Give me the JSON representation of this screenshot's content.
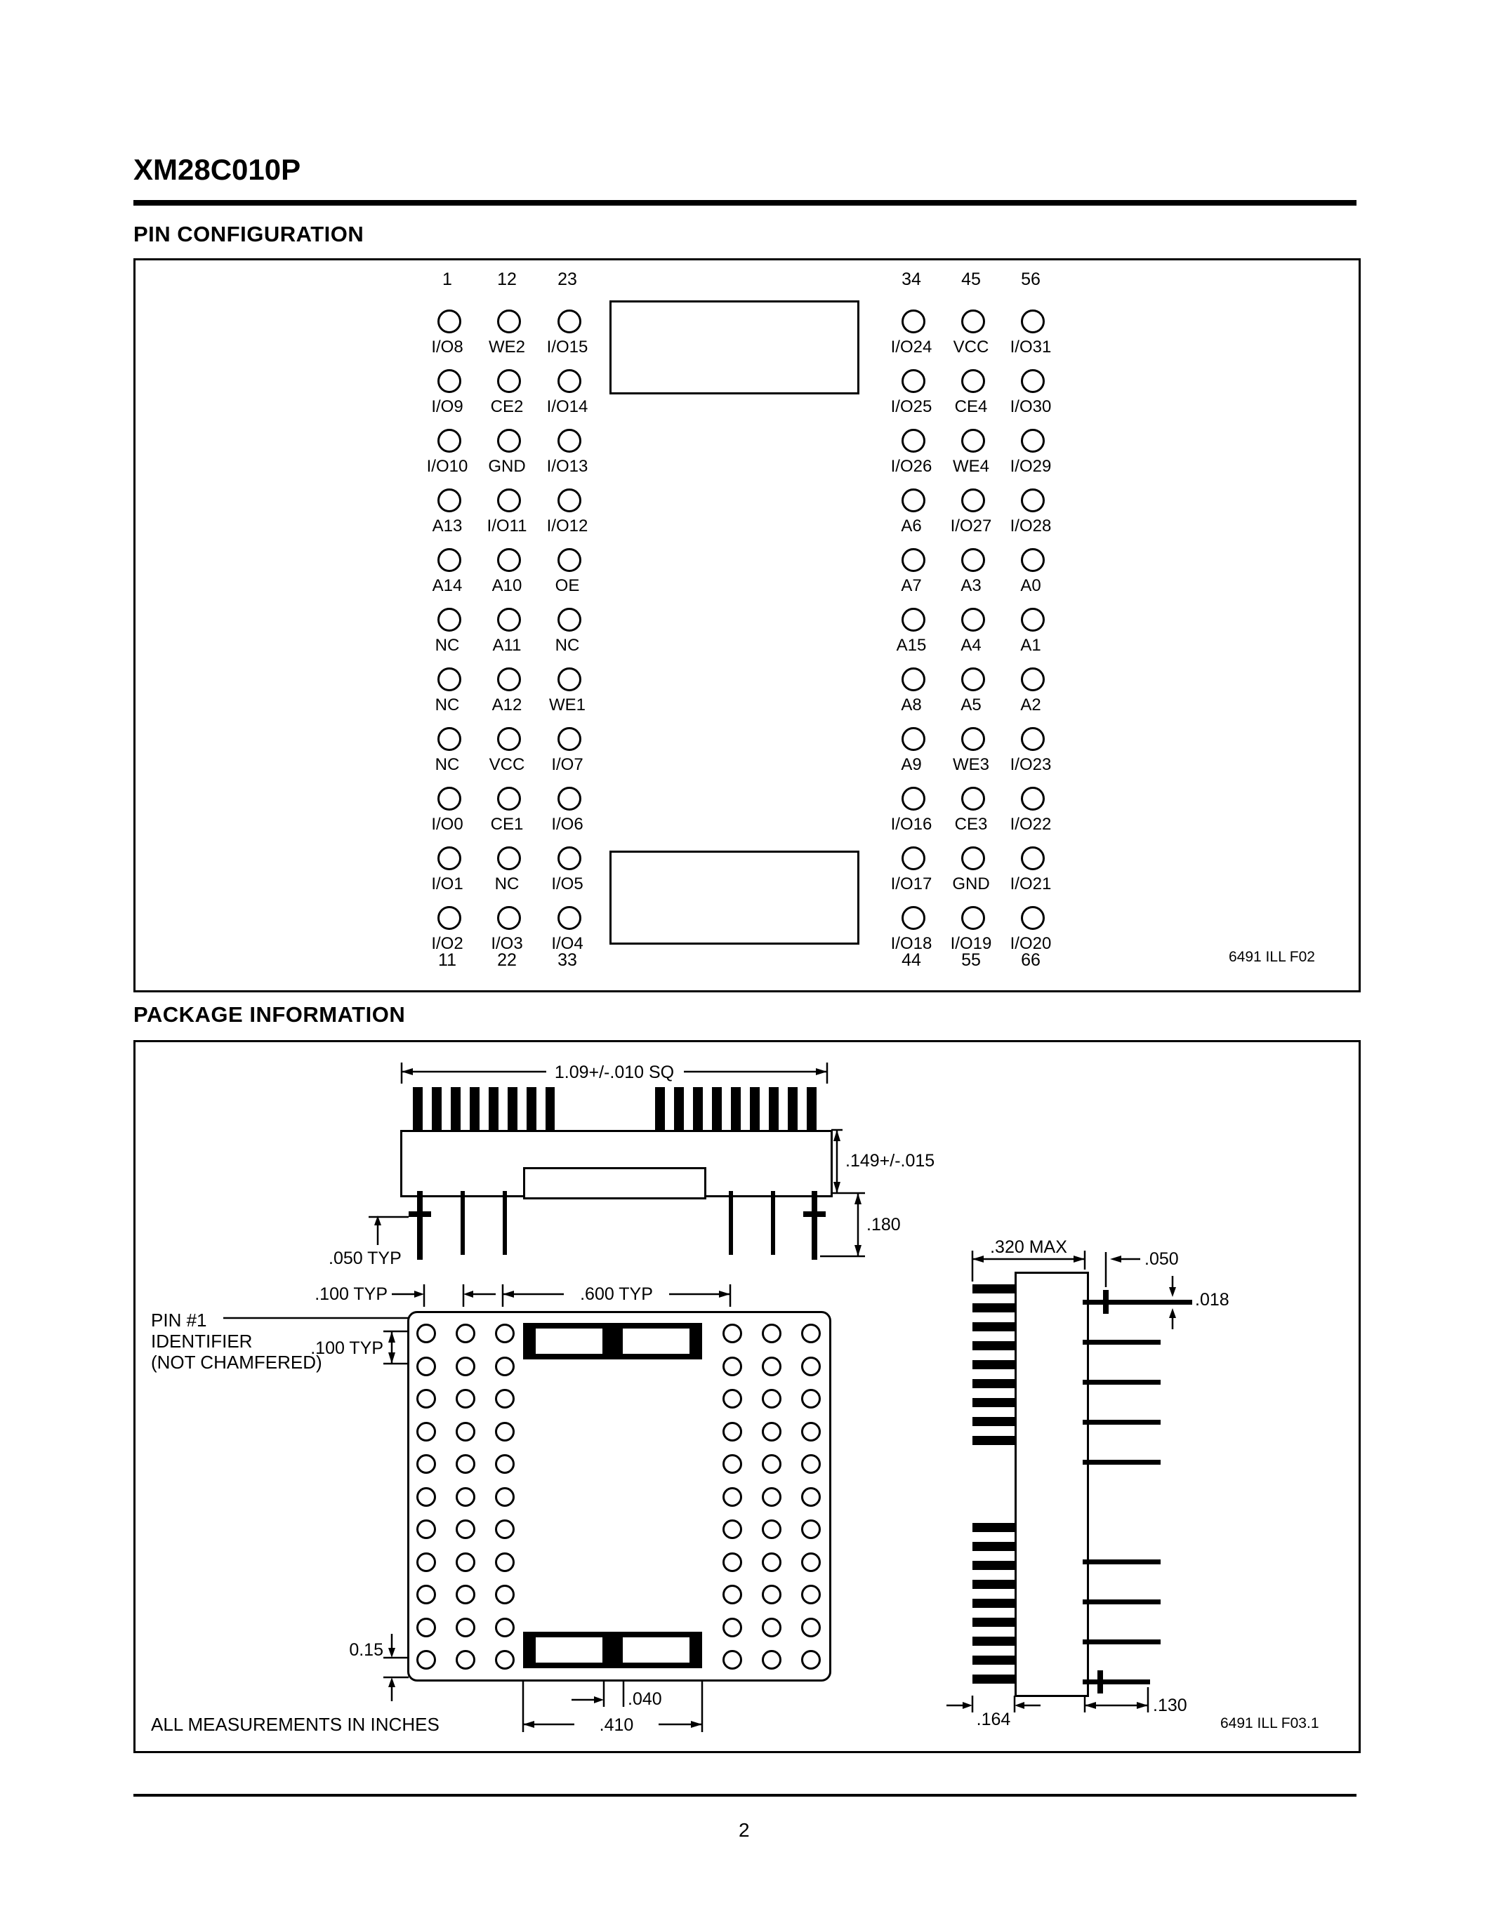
{
  "title": "XM28C010P",
  "page_number": "2",
  "sections": {
    "pin_configuration": {
      "heading": "PIN CONFIGURATION",
      "figure_ref": "6491 ILL F02",
      "groups": [
        {
          "side": "left",
          "top_numbers": [
            "1",
            "12",
            "23"
          ],
          "bottom_numbers": [
            "11",
            "22",
            "33"
          ],
          "rows": [
            [
              "I/O8",
              "WE2",
              "I/O15"
            ],
            [
              "I/O9",
              "CE2",
              "I/O14"
            ],
            [
              "I/O10",
              "GND",
              "I/O13"
            ],
            [
              "A13",
              "I/O11",
              "I/O12"
            ],
            [
              "A14",
              "A10",
              "OE"
            ],
            [
              "NC",
              "A11",
              "NC"
            ],
            [
              "NC",
              "A12",
              "WE1"
            ],
            [
              "NC",
              "VCC",
              "I/O7"
            ],
            [
              "I/O0",
              "CE1",
              "I/O6"
            ],
            [
              "I/O1",
              "NC",
              "I/O5"
            ],
            [
              "I/O2",
              "I/O3",
              "I/O4"
            ]
          ]
        },
        {
          "side": "right",
          "top_numbers": [
            "34",
            "45",
            "56"
          ],
          "bottom_numbers": [
            "44",
            "55",
            "66"
          ],
          "rows": [
            [
              "I/O24",
              "VCC",
              "I/O31"
            ],
            [
              "I/O25",
              "CE4",
              "I/O30"
            ],
            [
              "I/O26",
              "WE4",
              "I/O29"
            ],
            [
              "A6",
              "I/O27",
              "I/O28"
            ],
            [
              "A7",
              "A3",
              "A0"
            ],
            [
              "A15",
              "A4",
              "A1"
            ],
            [
              "A8",
              "A5",
              "A2"
            ],
            [
              "A9",
              "WE3",
              "I/O23"
            ],
            [
              "I/O16",
              "CE3",
              "I/O22"
            ],
            [
              "I/O17",
              "GND",
              "I/O21"
            ],
            [
              "I/O18",
              "I/O19",
              "I/O20"
            ]
          ]
        }
      ]
    },
    "package_information": {
      "heading": "PACKAGE INFORMATION",
      "figure_ref": "6491 ILL F03.1",
      "note": "ALL MEASUREMENTS IN INCHES",
      "labels": {
        "package_width": "1.09+/-.010 SQ",
        "body_height": ".149+/-.015",
        "lead_length": ".180",
        "standoff": ".050 TYP",
        "side_width": ".320 MAX",
        "side_standoff": ".050",
        "lead_thickness": ".018",
        "contact_depth": ".164",
        "lead_extension": ".130",
        "pin_pitch_h": ".100 TYP",
        "row_gap": ".600 TYP",
        "pin_pitch_v": ".100 TYP",
        "pin1_line1": "PIN #1",
        "pin1_line2": "IDENTIFIER",
        "pin1_line3": "(NOT CHAMFERED)",
        "edge_margin": "0.15",
        "slot_gap": ".040",
        "slot_width": ".410"
      }
    }
  }
}
